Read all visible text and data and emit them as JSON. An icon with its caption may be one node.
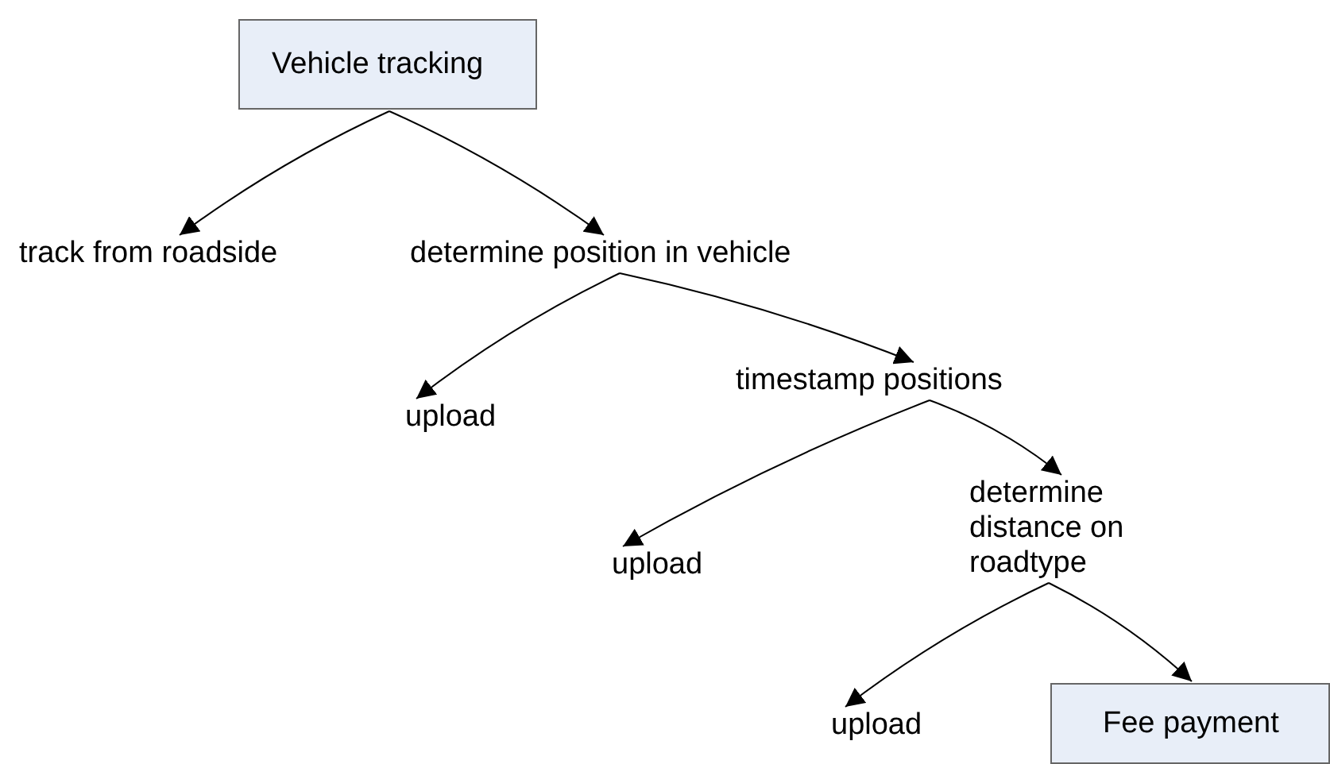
{
  "diagram": {
    "nodes": [
      {
        "text": [
          "Vehicle tracking"
        ]
      },
      {
        "text": [
          "track from roadside"
        ]
      },
      {
        "text": [
          "determine position in vehicle"
        ]
      },
      {
        "text": [
          "upload"
        ]
      },
      {
        "text": [
          "timestamp positions"
        ]
      },
      {
        "text": [
          "upload"
        ]
      },
      {
        "text": [
          "determine distance on roadtype"
        ]
      },
      {
        "text": [
          "upload"
        ]
      },
      {
        "text": [
          "Fee payment"
        ]
      }
    ],
    "edges": [
      {
        "from": 0,
        "to": 1,
        "arrow": "to"
      },
      {
        "from": 0,
        "to": 2,
        "arrow": "to"
      },
      {
        "from": 2,
        "to": 3,
        "arrow": "to"
      },
      {
        "from": 2,
        "to": 4,
        "arrow": "to"
      },
      {
        "from": 4,
        "to": 5,
        "arrow": "to"
      },
      {
        "from": 4,
        "to": 6,
        "arrow": "to"
      },
      {
        "from": 6,
        "to": 7,
        "arrow": "to"
      },
      {
        "from": 6,
        "to": 8,
        "arrow": "to"
      }
    ]
  }
}
